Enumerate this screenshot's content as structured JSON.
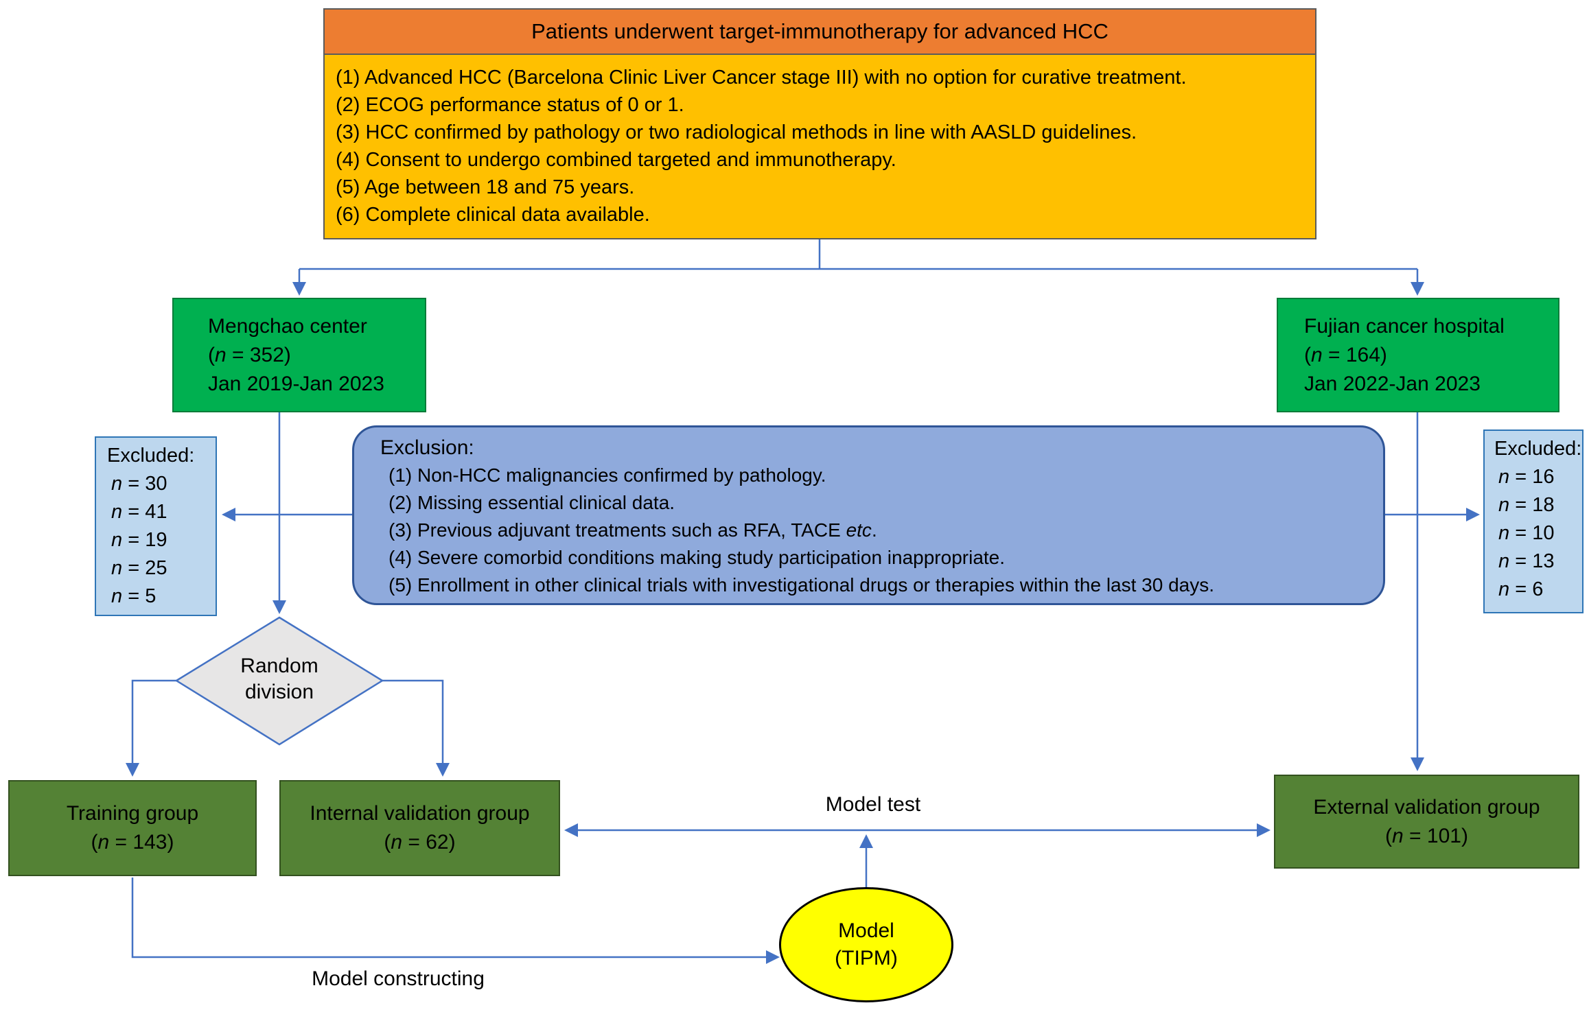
{
  "colors": {
    "arrow_blue": "#4472C4",
    "header_orange": "#ED7D31",
    "criteria_yellow": "#FFC000",
    "center_green": "#00B050",
    "exclusion_blue": "#8FAADC",
    "excluded_light_blue": "#BDD7EE",
    "group_dark_green": "#548235",
    "diamond_gray": "#E7E6E6",
    "model_yellow": "#FFFF00"
  },
  "top_box": {
    "title": "Patients underwent target-immunotherapy for advanced HCC",
    "criteria": [
      "(1) Advanced HCC (Barcelona Clinic Liver Cancer stage III) with no option for curative treatment.",
      "(2) ECOG performance status of 0 or 1.",
      "(3) HCC confirmed by pathology or two radiological methods in line with AASLD guidelines.",
      "(4) Consent to undergo combined targeted and immunotherapy.",
      "(5) Age between 18 and 75 years.",
      "(6) Complete clinical data available."
    ]
  },
  "mengchao": {
    "name": "Mengchao center",
    "n_open": "(",
    "n_var": "n",
    "n_rest": " = 352)",
    "period": "Jan 2019-Jan 2023"
  },
  "fujian": {
    "name": "Fujian cancer hospital",
    "n_open": "(",
    "n_var": "n",
    "n_rest": " = 164)",
    "period": "Jan 2022-Jan 2023"
  },
  "exclusion": {
    "title": "Exclusion:",
    "items": [
      {
        "text": "(1) Non-HCC malignancies confirmed by pathology."
      },
      {
        "text": "(2) Missing essential clinical data."
      },
      {
        "text": "(3) Previous adjuvant treatments such as RFA, TACE ",
        "italic": "etc",
        "tail": "."
      },
      {
        "text": "(4) Severe comorbid conditions making study participation inappropriate."
      },
      {
        "text": "(5) Enrollment in other clinical trials with investigational drugs or therapies within the last 30 days."
      }
    ]
  },
  "excluded_left": {
    "title": "Excluded:",
    "items": [
      {
        "var": "n",
        "rest": " = 30"
      },
      {
        "var": "n",
        "rest": " = 41"
      },
      {
        "var": "n",
        "rest": " = 19"
      },
      {
        "var": "n",
        "rest": " = 25"
      },
      {
        "var": "n",
        "rest": " = 5"
      }
    ]
  },
  "excluded_right": {
    "title": "Excluded:",
    "items": [
      {
        "var": "n",
        "rest": " = 16"
      },
      {
        "var": "n",
        "rest": " = 18"
      },
      {
        "var": "n",
        "rest": " = 10"
      },
      {
        "var": "n",
        "rest": " = 13"
      },
      {
        "var": "n",
        "rest": " = 6"
      }
    ]
  },
  "diamond": {
    "line1": "Random",
    "line2": "division"
  },
  "training": {
    "name": "Training group",
    "n_open": "(",
    "n_var": "n",
    "n_rest": " = 143)"
  },
  "internal": {
    "name": "Internal validation group",
    "n_open": "(",
    "n_var": "n",
    "n_rest": " = 62)"
  },
  "external": {
    "name": "External validation group",
    "n_open": "(",
    "n_var": "n",
    "n_rest": " = 101)"
  },
  "model": {
    "line1": "Model",
    "line2": "(TIPM)"
  },
  "labels": {
    "model_test": "Model test",
    "model_constructing": "Model constructing"
  }
}
